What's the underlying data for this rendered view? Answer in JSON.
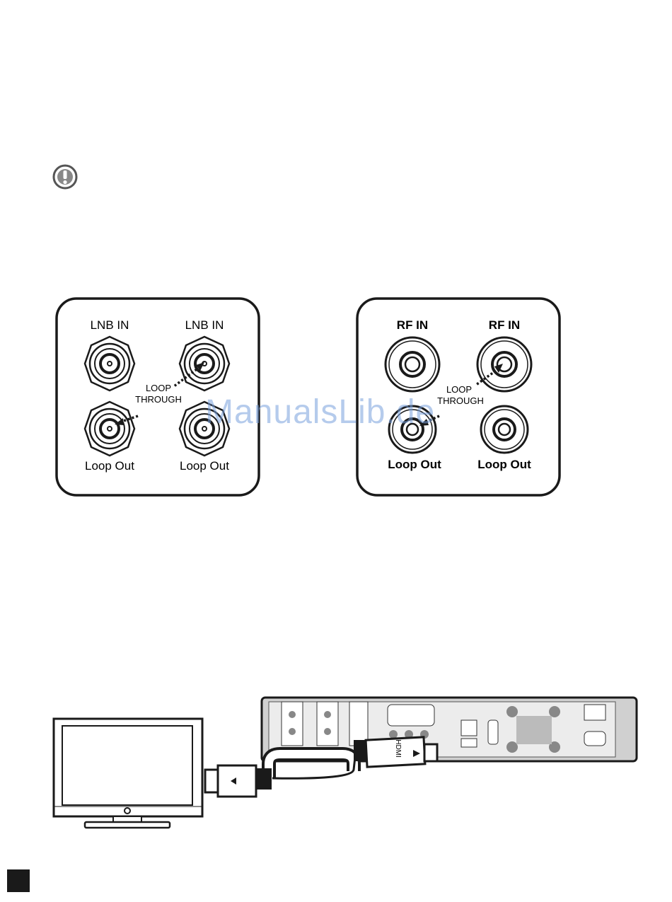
{
  "notice": {
    "icon": "exclamation-circle-icon"
  },
  "satellite_panel": {
    "top_left_label": "LNB IN",
    "top_right_label": "LNB IN",
    "loop_label_line1": "LOOP",
    "loop_label_line2": "THROUGH",
    "bottom_left_label": "Loop Out",
    "bottom_right_label": "Loop Out"
  },
  "rf_panel": {
    "top_left_label": "RF IN",
    "top_right_label": "RF IN",
    "loop_label_line1": "LOOP",
    "loop_label_line2": "THROUGH",
    "bottom_left_label": "Loop Out",
    "bottom_right_label": "Loop Out"
  },
  "hdmi_cable": {
    "label": "HDMI"
  },
  "watermark": "ManualsLib.de",
  "colors": {
    "ink": "#1a1a1a",
    "watermark": "#78a0dc"
  }
}
